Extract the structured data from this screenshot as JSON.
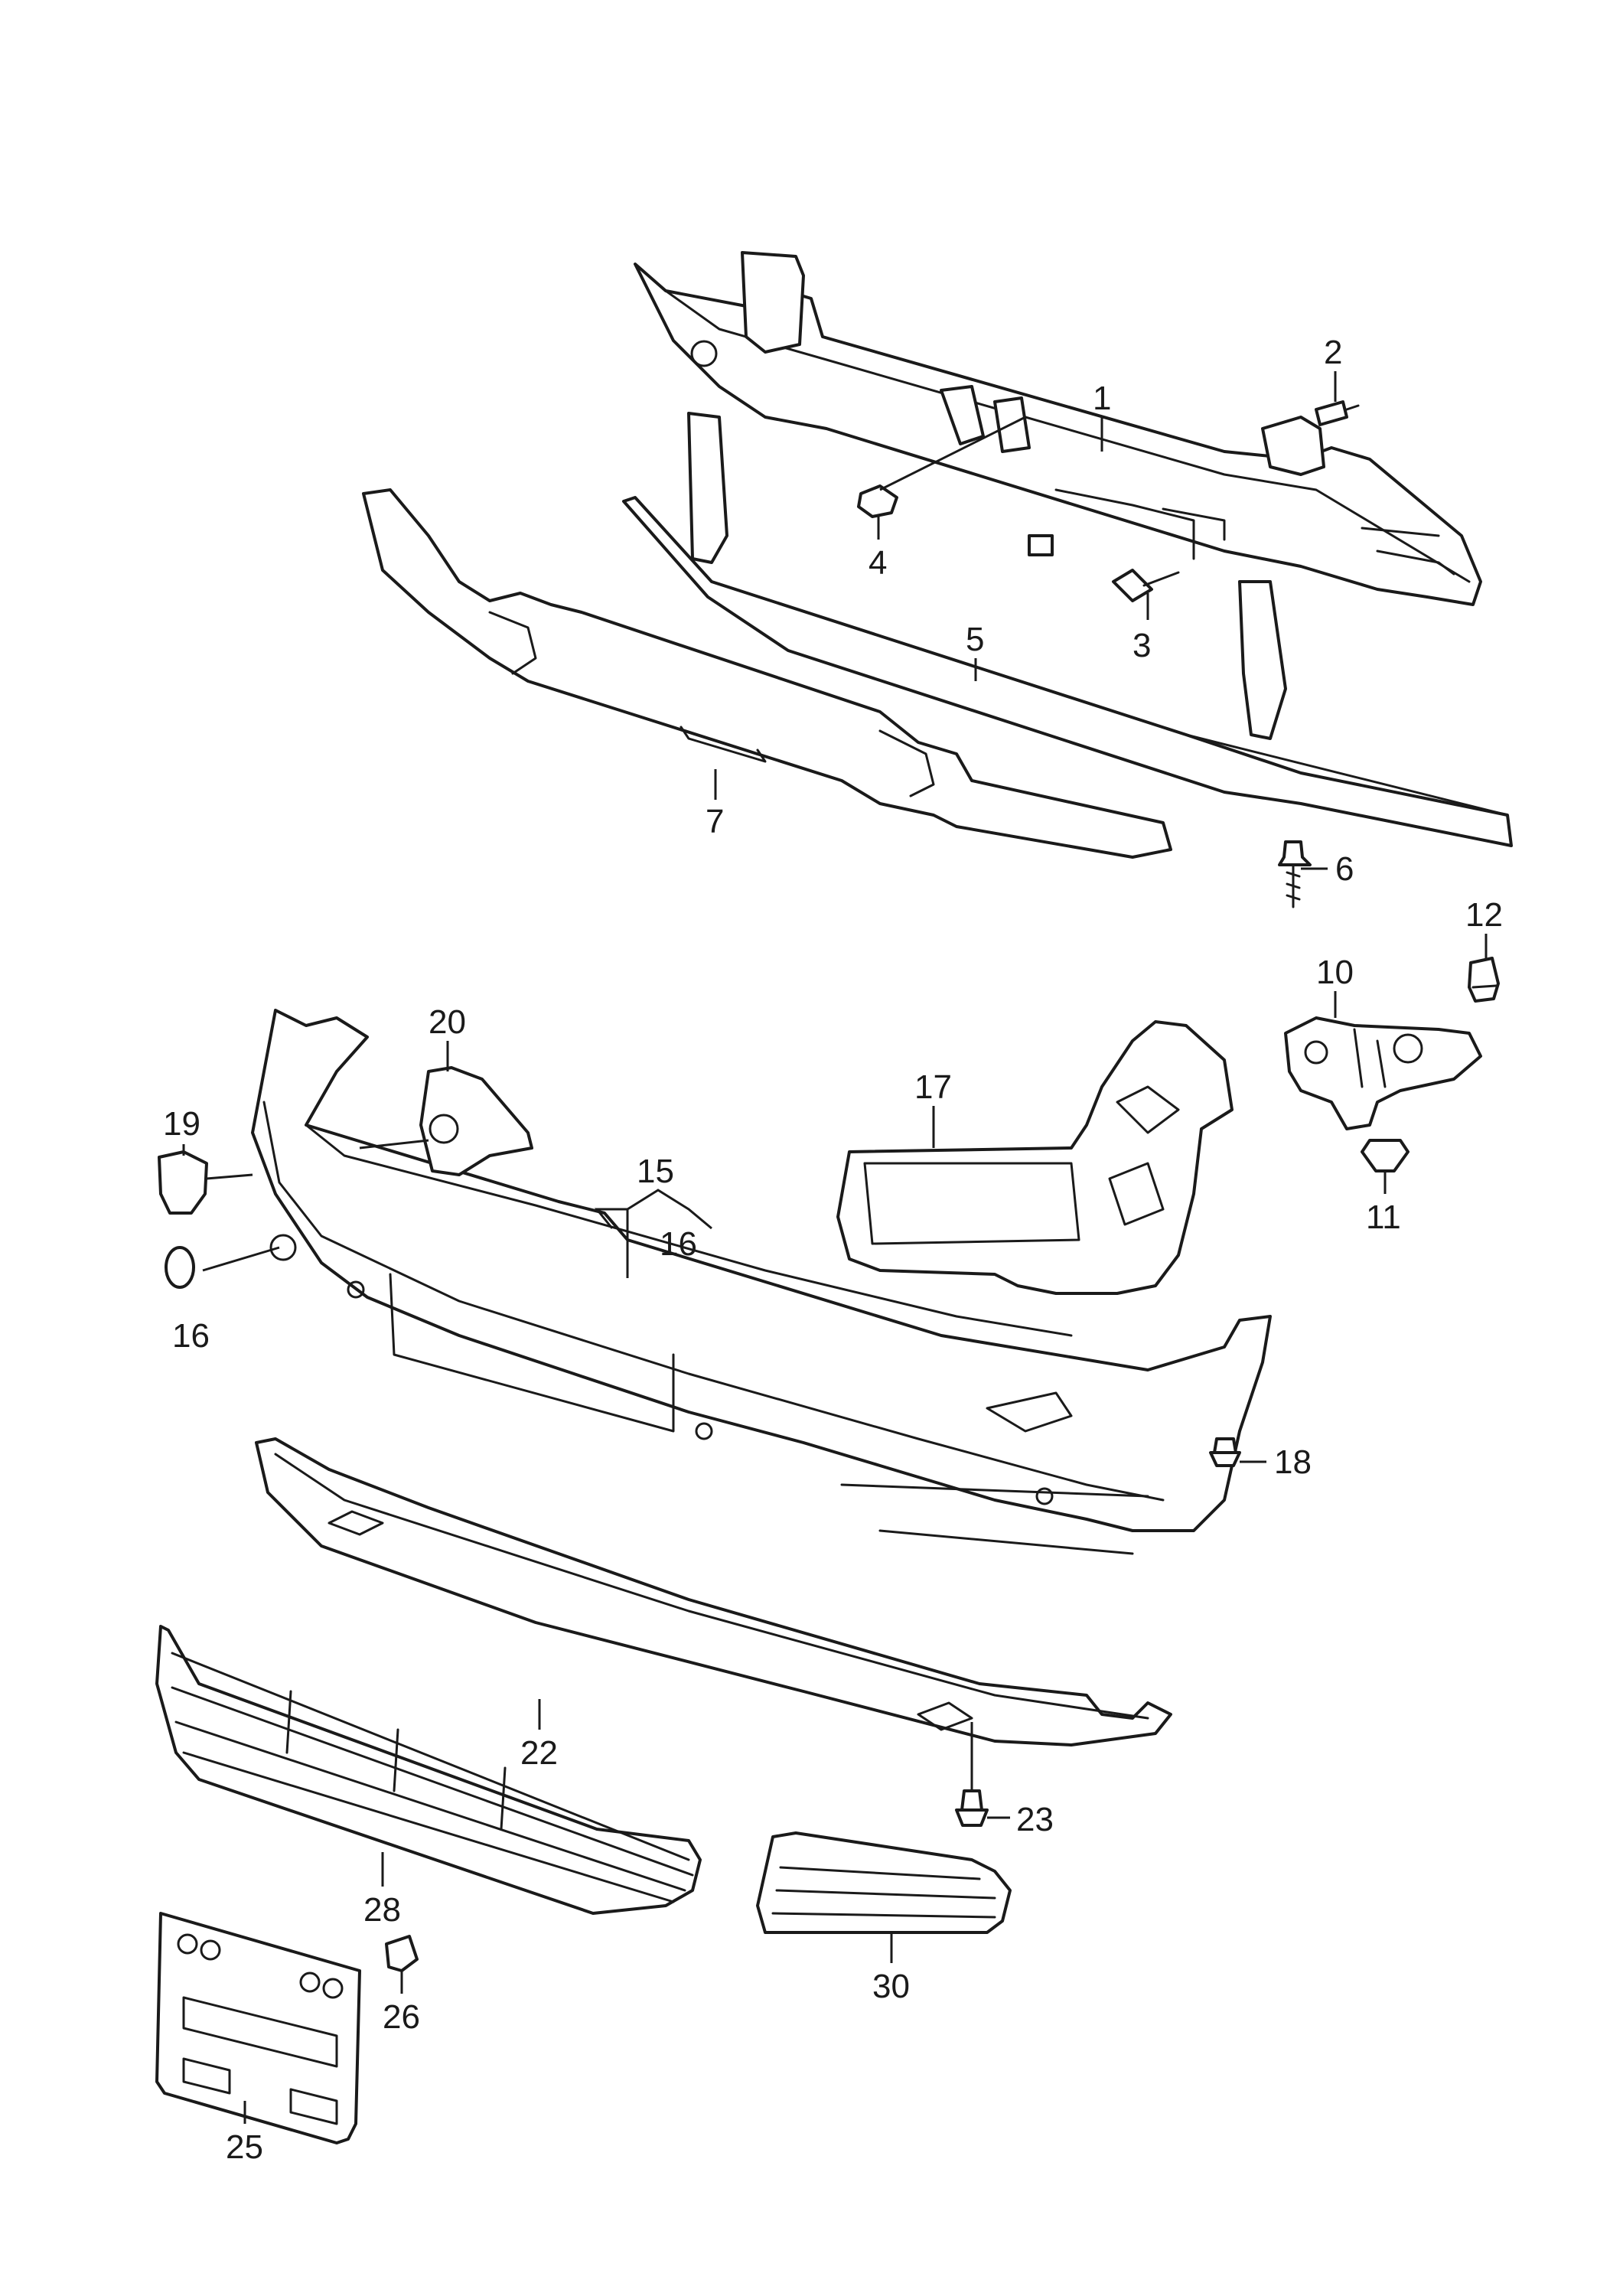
{
  "callouts": [
    {
      "id": "c1",
      "label": "1"
    },
    {
      "id": "c2",
      "label": "2"
    },
    {
      "id": "c3",
      "label": "3"
    },
    {
      "id": "c4",
      "label": "4"
    },
    {
      "id": "c5",
      "label": "5"
    },
    {
      "id": "c6",
      "label": "6"
    },
    {
      "id": "c7",
      "label": "7"
    },
    {
      "id": "c10",
      "label": "10"
    },
    {
      "id": "c11",
      "label": "11"
    },
    {
      "id": "c12",
      "label": "12"
    },
    {
      "id": "c15",
      "label": "15"
    },
    {
      "id": "c16a",
      "label": "16"
    },
    {
      "id": "c16b",
      "label": "16"
    },
    {
      "id": "c17",
      "label": "17"
    },
    {
      "id": "c18",
      "label": "18"
    },
    {
      "id": "c19",
      "label": "19"
    },
    {
      "id": "c20",
      "label": "20"
    },
    {
      "id": "c22",
      "label": "22"
    },
    {
      "id": "c23",
      "label": "23"
    },
    {
      "id": "c25",
      "label": "25"
    },
    {
      "id": "c26",
      "label": "26"
    },
    {
      "id": "c28",
      "label": "28"
    },
    {
      "id": "c30",
      "label": "30"
    }
  ],
  "colors": {
    "line": "#1a1a1a",
    "background": "#ffffff"
  }
}
